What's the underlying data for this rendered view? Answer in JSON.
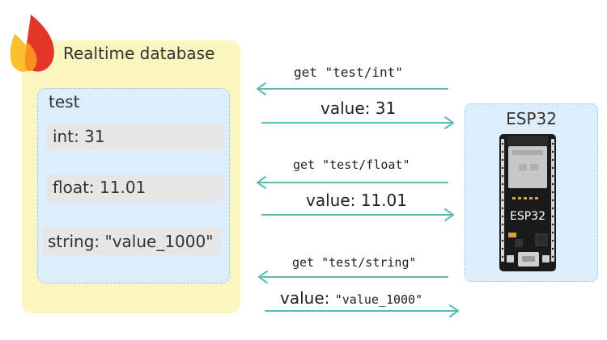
{
  "database": {
    "title": "Realtime database",
    "node_label": "test",
    "fields": [
      {
        "label": "int: 31"
      },
      {
        "label": "float: 11.01"
      },
      {
        "label": "string: \"value_1000\""
      }
    ]
  },
  "device": {
    "title": "ESP32",
    "board_label": "ESP32"
  },
  "messages": [
    {
      "text": "get \"test/int\"",
      "direction": "to-database"
    },
    {
      "text": "value: 31",
      "direction": "to-device"
    },
    {
      "text": "get \"test/float\"",
      "direction": "to-database"
    },
    {
      "text": "value: 11.01",
      "direction": "to-device"
    },
    {
      "text": "get \"test/string\"",
      "direction": "to-database"
    },
    {
      "prefix": "value: ",
      "code": "\"value_1000\"",
      "direction": "to-device"
    }
  ],
  "colors": {
    "arrow": "#5cbcb4",
    "database_panel": "#fbf6c0",
    "node_panel": "#ddeefa",
    "field_bg": "#e6e6e6",
    "firebase_red": "#e2362a",
    "firebase_orange": "#f7901e",
    "firebase_yellow": "#fbc02d"
  },
  "icons": {
    "database_logo": "firebase-flame-icon",
    "device_image": "esp32-board-icon"
  }
}
